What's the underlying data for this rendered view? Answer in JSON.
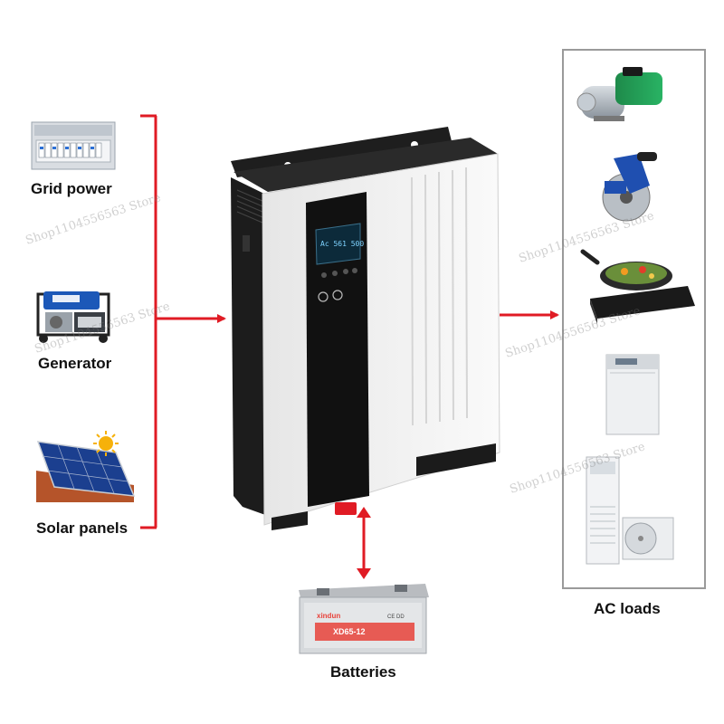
{
  "sources": [
    {
      "id": "grid",
      "label": "Grid power",
      "icon": "breaker-panel-icon"
    },
    {
      "id": "generator",
      "label": "Generator",
      "icon": "generator-icon"
    },
    {
      "id": "solar",
      "label": "Solar panels",
      "icon": "solar-panel-icon"
    }
  ],
  "inverter": {
    "display_readout": "Ac  561  500"
  },
  "battery": {
    "label": "Batteries",
    "brand": "xindun",
    "model": "XD65-12",
    "cert": "CE DD"
  },
  "loads": {
    "label": "AC loads",
    "items": [
      {
        "icon": "water-pump-icon"
      },
      {
        "icon": "cutting-tool-icon"
      },
      {
        "icon": "induction-cooker-icon"
      },
      {
        "icon": "washing-machine-icon"
      },
      {
        "icon": "air-conditioner-icon"
      }
    ]
  },
  "watermarks": [
    "Shop1104556563 Store",
    "Shop1104556563 Store",
    "Shop1104556563 Store",
    "Shop1104556563 Store",
    "Shop1104556563 Store"
  ],
  "colors": {
    "arrow": "#e01b24",
    "frame_border": "#9a9a9a",
    "inverter_body": "#f2f2f2",
    "inverter_dark": "#1a1a1a"
  }
}
